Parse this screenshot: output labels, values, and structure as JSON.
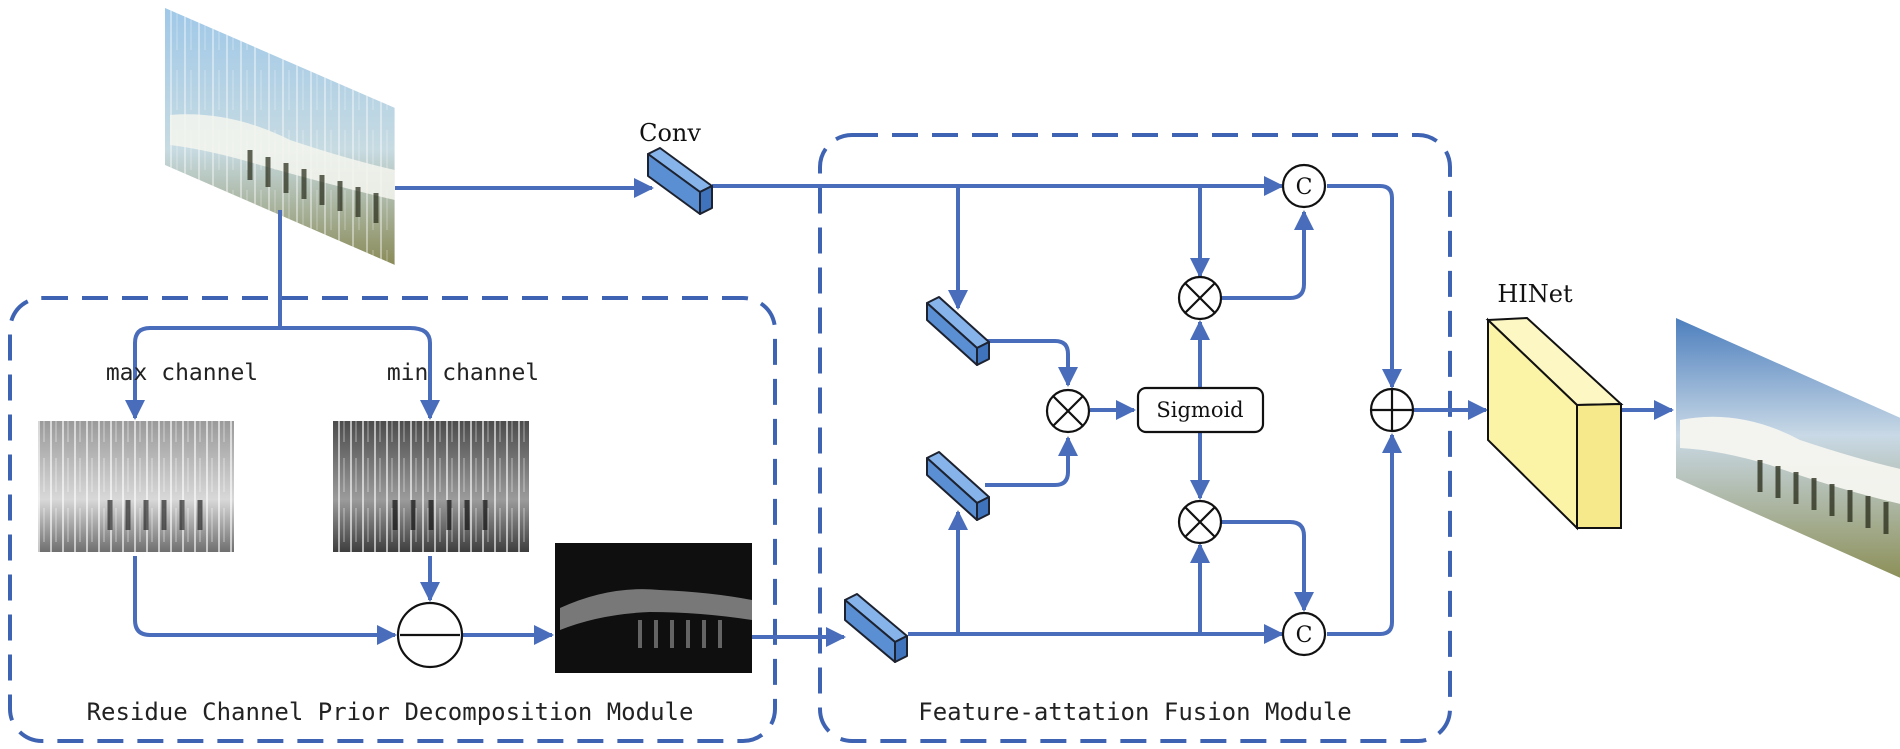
{
  "labels": {
    "conv": "Conv",
    "max_channel": "max channel",
    "min_channel": "min channel",
    "sigmoid": "Sigmoid",
    "hinet": "HINet",
    "concat_symbol": "C",
    "residue_module": "Residue Channel Prior Decomposition Module",
    "fusion_module": "Feature-attation Fusion Module"
  },
  "colors": {
    "wire": "#4a6dbb",
    "dashed_border": "#3f63b3",
    "feature_block": "#5a8fd3",
    "hinet_block": "#fdf3a6"
  },
  "icons": {
    "multiply": "circled-times",
    "add": "circled-plus",
    "subtract": "circled-minus",
    "concat": "circled-c"
  }
}
